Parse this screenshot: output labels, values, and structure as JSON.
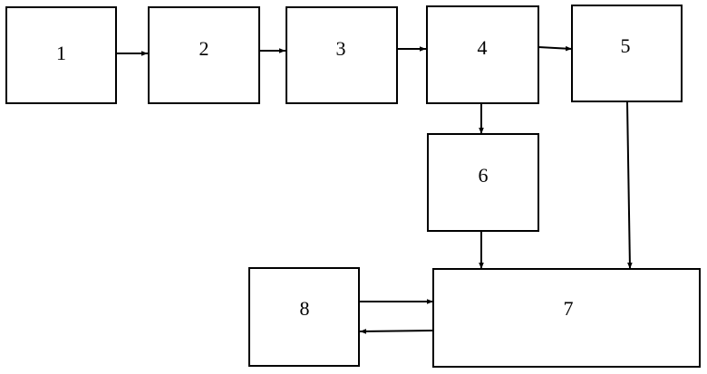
{
  "diagram": {
    "colors": {
      "stroke": "#000000",
      "fill": "#ffffff",
      "text": "#000000"
    },
    "nodes": [
      {
        "id": "1",
        "label": "1"
      },
      {
        "id": "2",
        "label": "2"
      },
      {
        "id": "3",
        "label": "3"
      },
      {
        "id": "4",
        "label": "4"
      },
      {
        "id": "5",
        "label": "5"
      },
      {
        "id": "6",
        "label": "6"
      },
      {
        "id": "7",
        "label": "7"
      },
      {
        "id": "8",
        "label": "8"
      }
    ],
    "edges": [
      {
        "from": "1",
        "to": "2"
      },
      {
        "from": "2",
        "to": "3"
      },
      {
        "from": "3",
        "to": "4"
      },
      {
        "from": "4",
        "to": "5"
      },
      {
        "from": "4",
        "to": "6"
      },
      {
        "from": "6",
        "to": "7"
      },
      {
        "from": "5",
        "to": "7"
      },
      {
        "from": "8",
        "to": "7"
      },
      {
        "from": "7",
        "to": "8"
      }
    ]
  }
}
